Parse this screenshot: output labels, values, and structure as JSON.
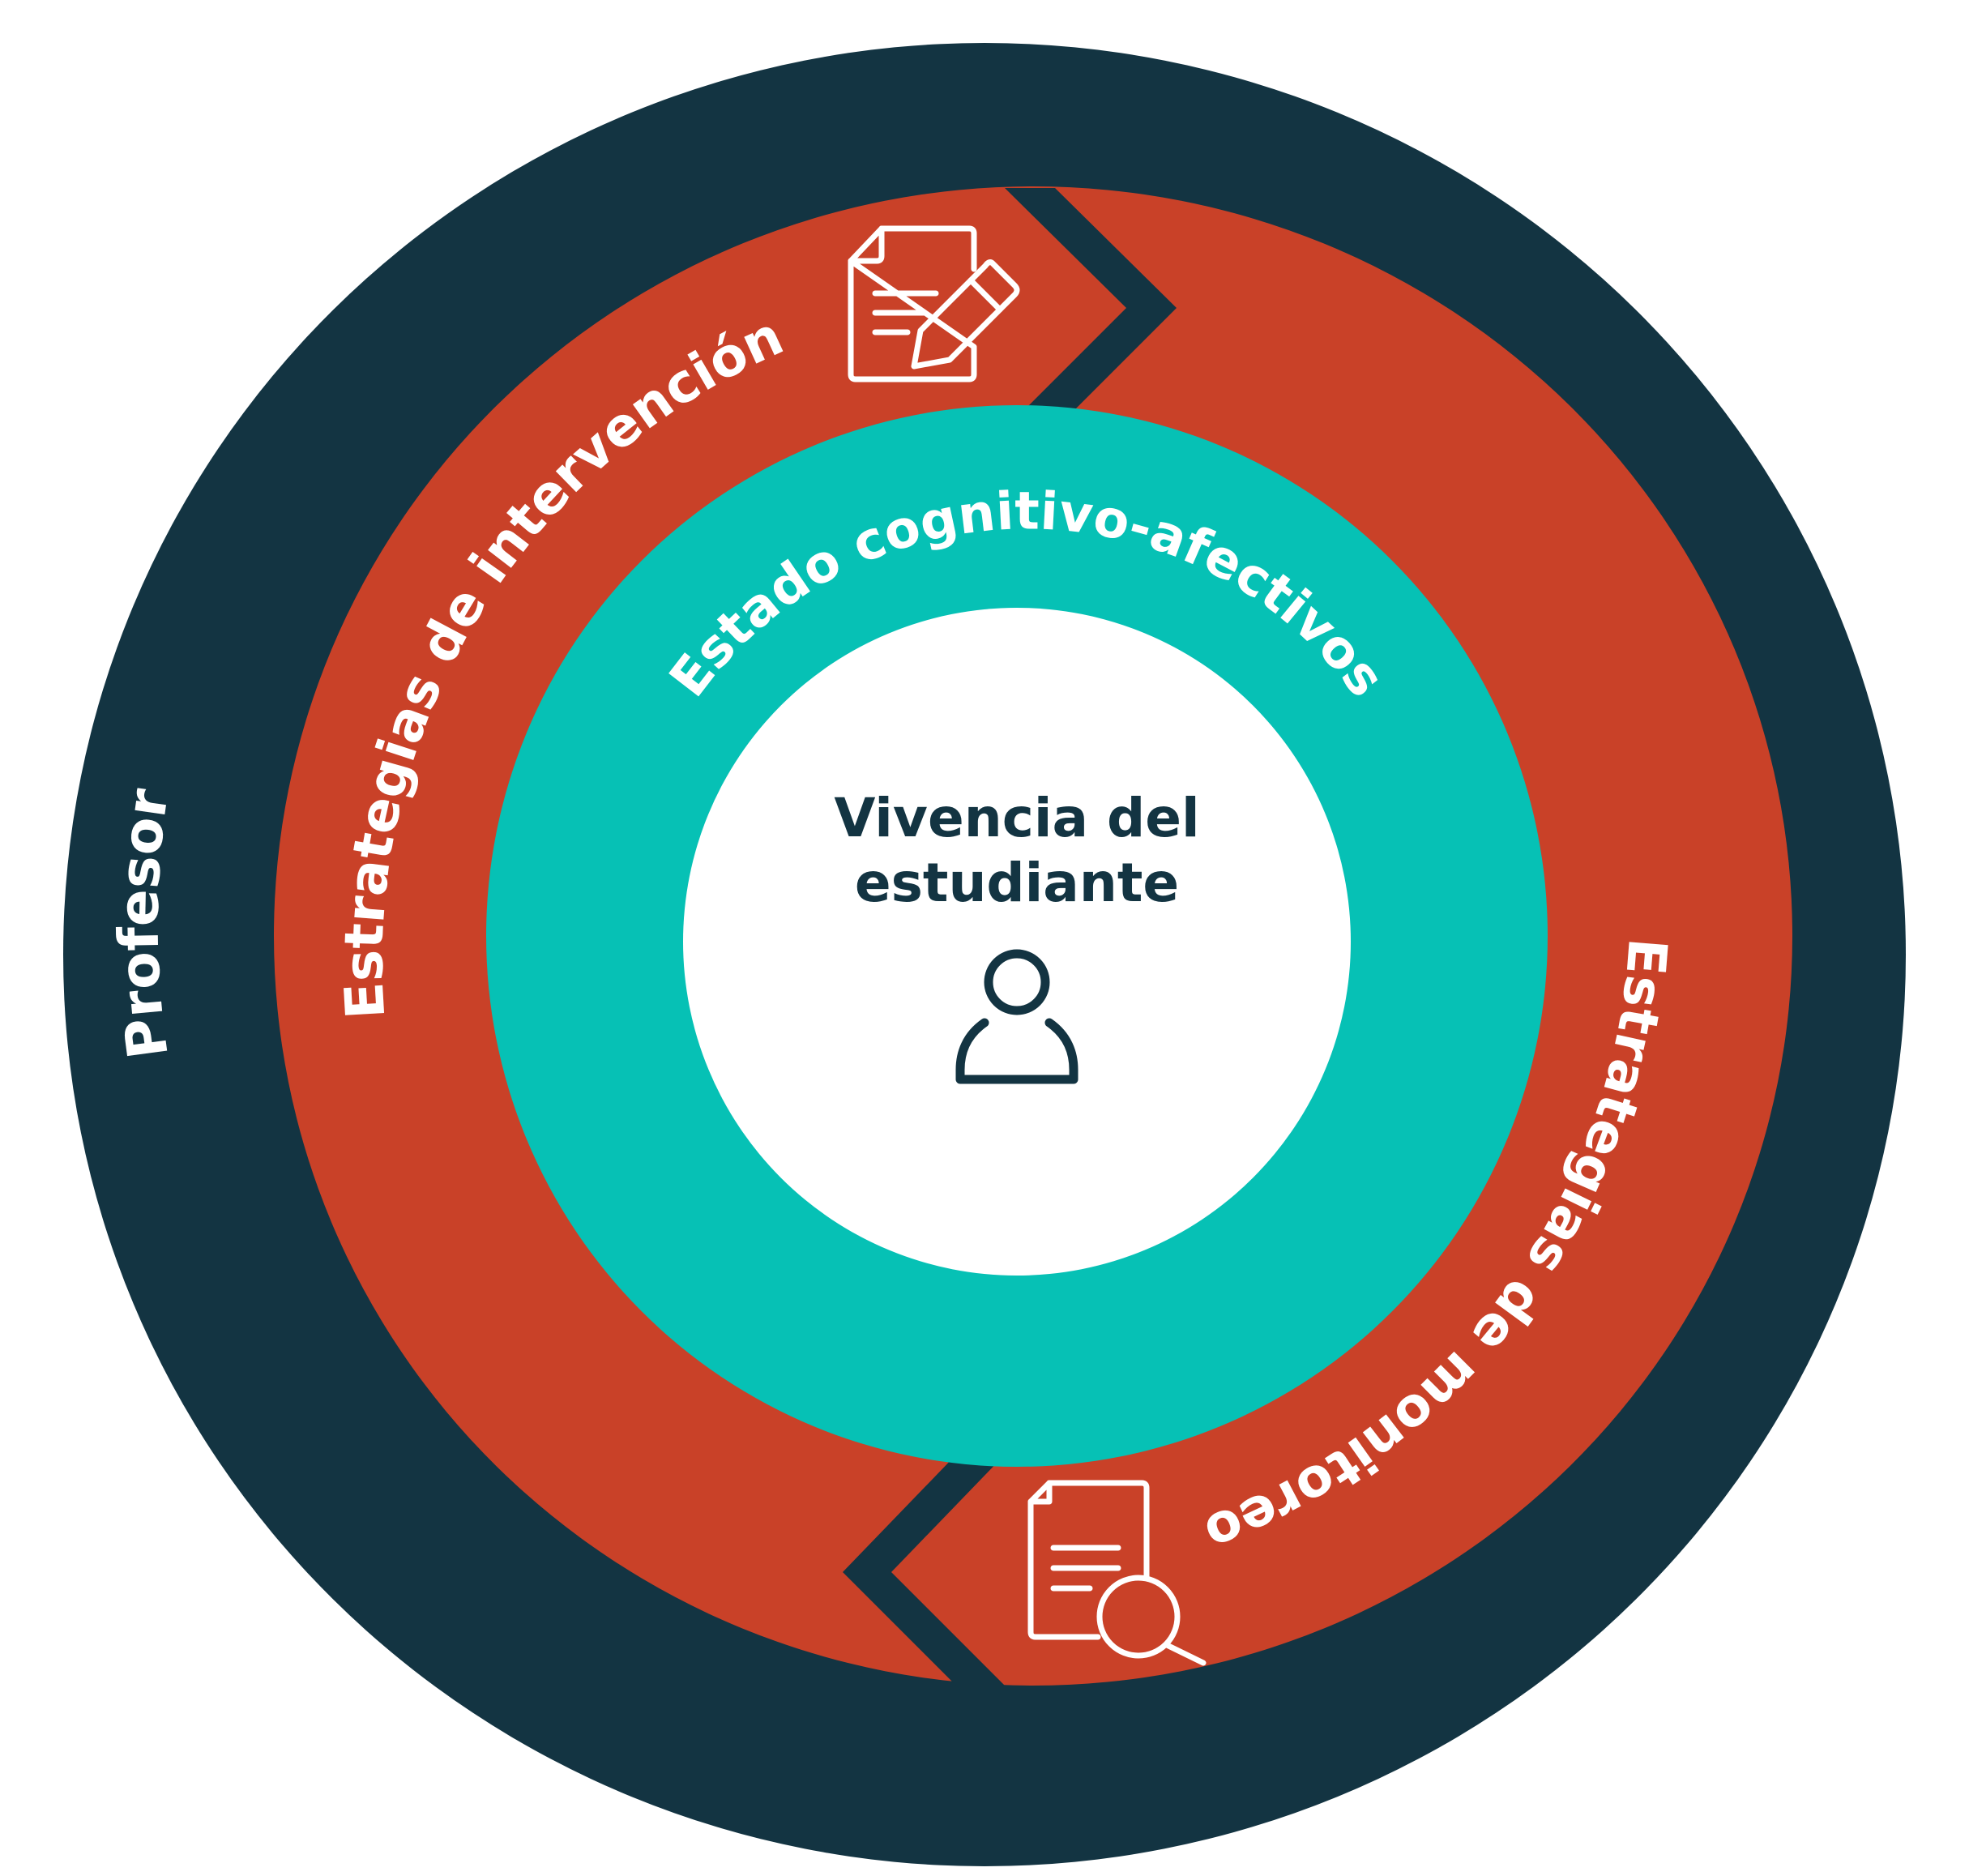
{
  "labels": {
    "outer": "Profesor",
    "intervention": "Estrategias de intervención",
    "monitoring": "Estrategias de monitoreo",
    "state": "Estado cognitivo-afectivos",
    "center_line1": "Vivencia del",
    "center_line2": "estudiante"
  },
  "icons": {
    "intervention": "document-pencil-icon",
    "monitoring": "document-magnifier-icon",
    "center": "person-icon"
  },
  "colors": {
    "outer": "#133442",
    "ring": "#c94128",
    "teal": "#06c1b5",
    "center": "#ffffff",
    "center_text": "#133442",
    "label_text": "#ffffff"
  }
}
